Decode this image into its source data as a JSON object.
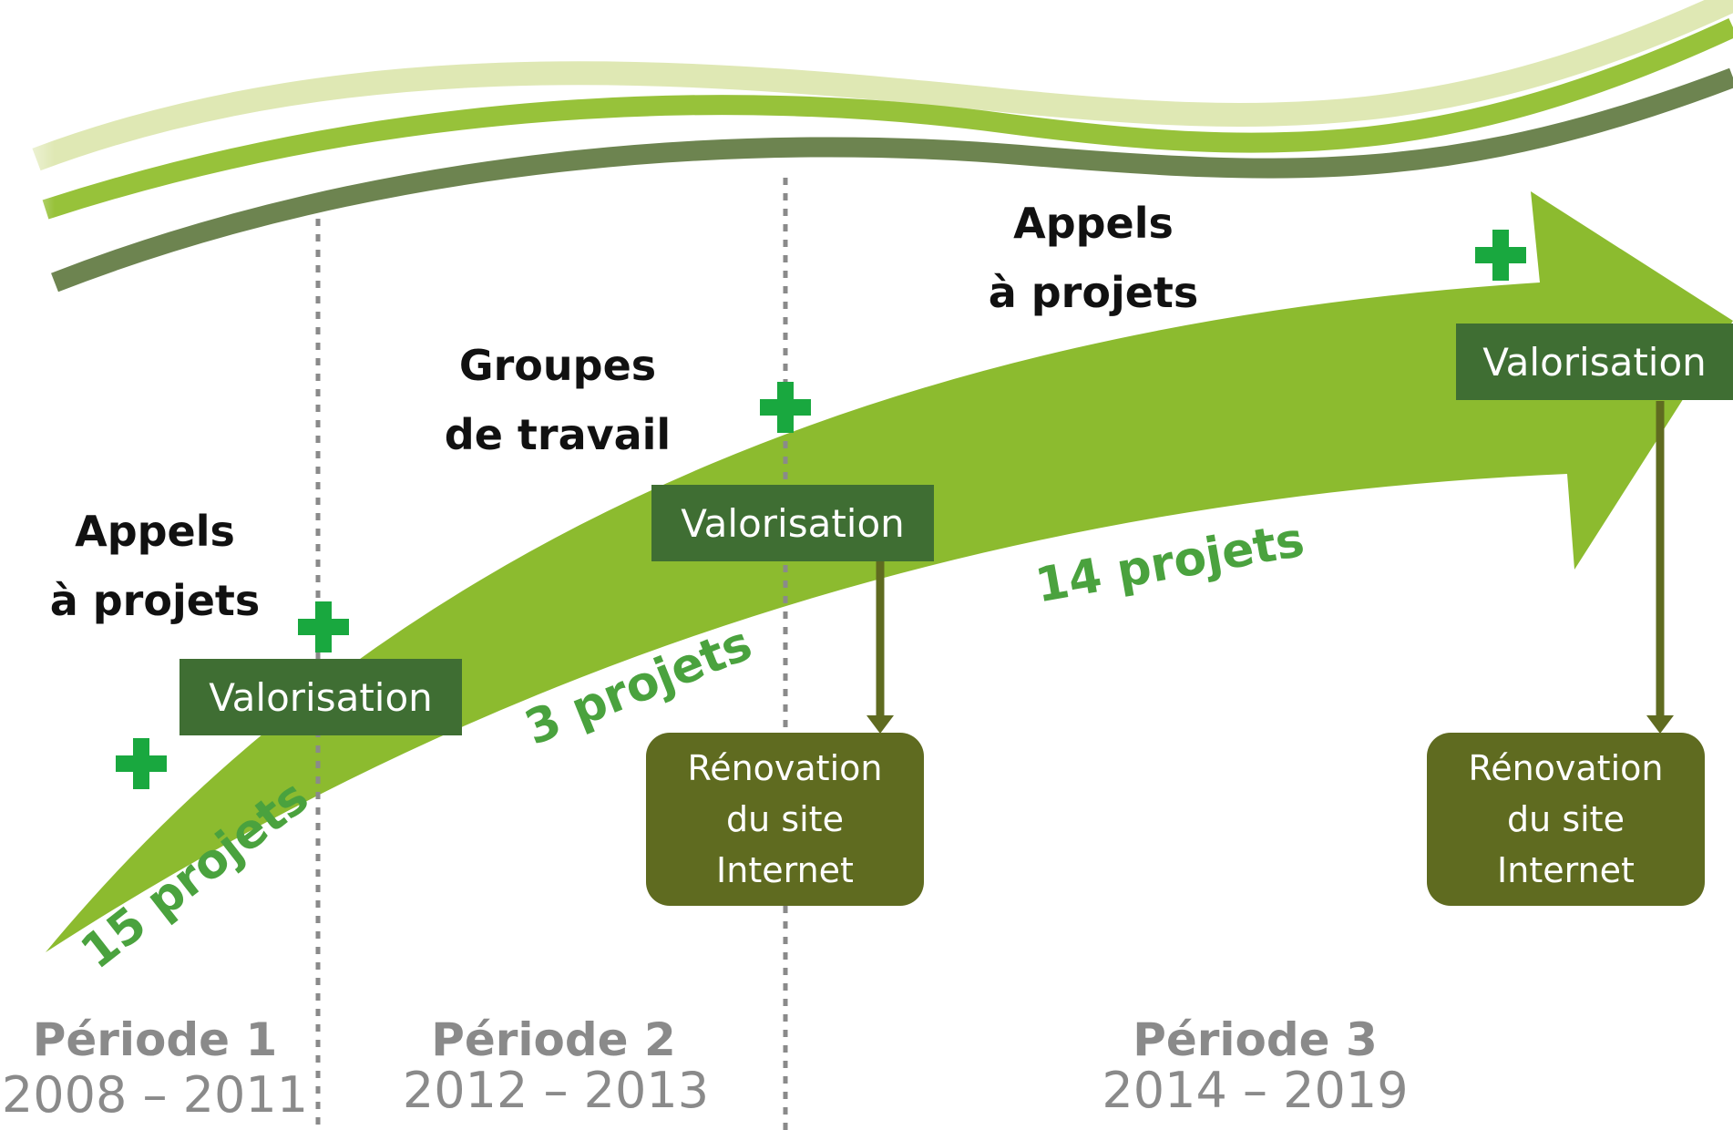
{
  "headings": {
    "appels_1": [
      "Appels",
      "à projets"
    ],
    "groupes": [
      "Groupes",
      "de travail"
    ],
    "appels_3": [
      "Appels",
      "à projets"
    ]
  },
  "valorisation_label": "Valorisation",
  "renovation_label": [
    "Rénovation",
    "du site",
    "Internet"
  ],
  "project_counts": [
    "15 projets",
    "3 projets",
    "14 projets"
  ],
  "periods": [
    {
      "name": "Période 1",
      "years": "2008 – 2011"
    },
    {
      "name": "Période 2",
      "years": "2012 – 2013"
    },
    {
      "name": "Période 3",
      "years": "2014 – 2019"
    }
  ],
  "colors": {
    "arrow": "#8cbb2f",
    "valorisation_box": "#3f6e33",
    "renovation_box": "#5f6b20",
    "plus_icon": "#19a83f",
    "count_text": "#4aa23e",
    "period_text": "#8a8a8a"
  }
}
